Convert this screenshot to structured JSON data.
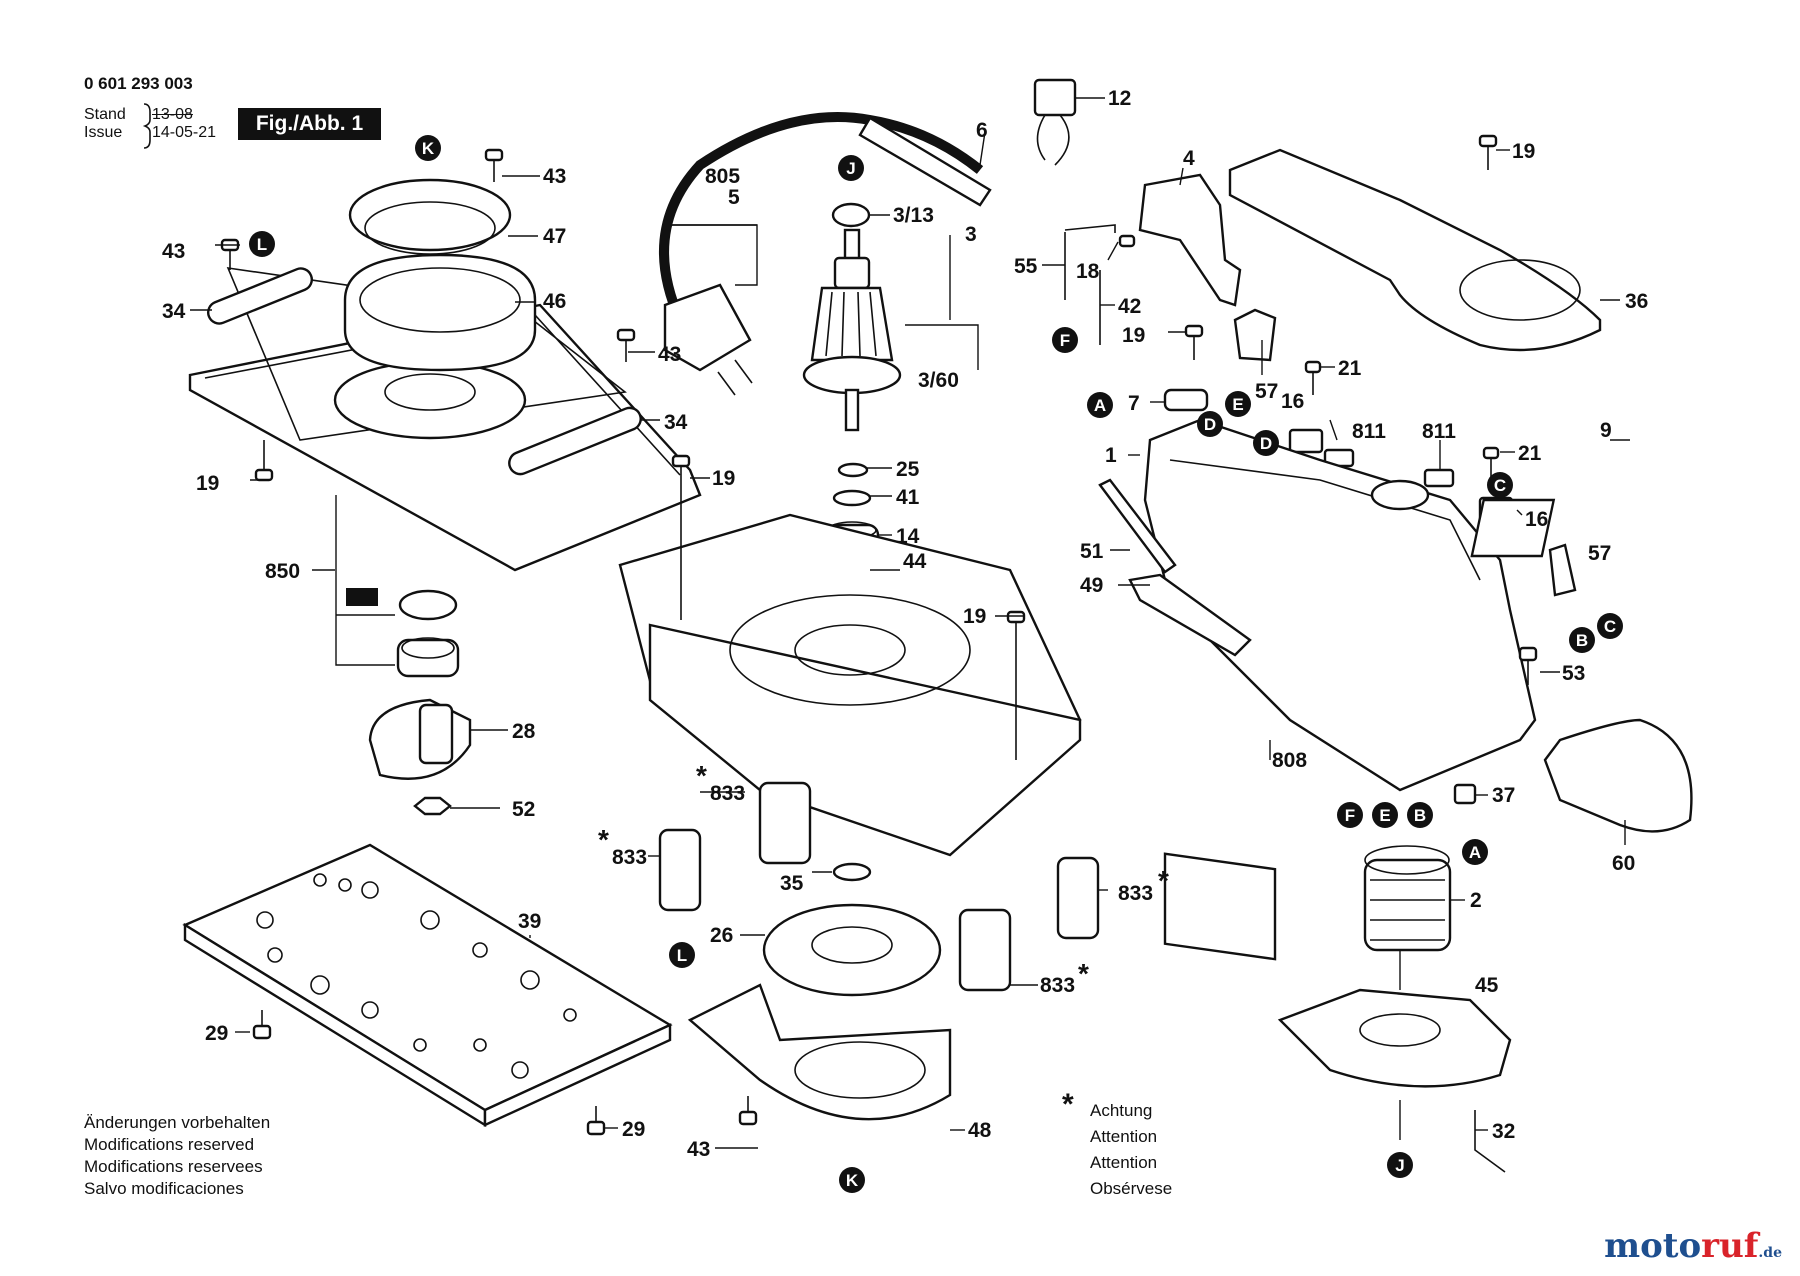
{
  "header": {
    "doc_number": "0 601 293 003",
    "stand_label": "Stand",
    "issue_label": "Issue",
    "old_date": "13-08",
    "new_date": "14-05-21",
    "figure_label": "Fig./Abb. 1"
  },
  "notes": {
    "modifications": [
      "Änderungen vorbehalten",
      "Modifications reserved",
      "Modifications reservees",
      "Salvo modificaciones"
    ],
    "attention_mark": "*",
    "attention": [
      "Achtung",
      "Attention",
      "Attention",
      "Obsérvese"
    ]
  },
  "brand": {
    "name_main": "moto",
    "name_accent": "ruf",
    "suffix": ".de"
  },
  "part_numbers": {
    "p43": "43",
    "p47": "47",
    "p46": "46",
    "p34": "34",
    "p19": "19",
    "p850": "850",
    "p28": "28",
    "p52": "52",
    "p39": "39",
    "p29": "29",
    "p805": "805",
    "p5": "5",
    "p6": "6",
    "p12": "12",
    "p3_13": "3/13",
    "p3": "3",
    "p3_60": "3/60",
    "p25": "25",
    "p41": "41",
    "p14": "14",
    "p44": "44",
    "p833": "833",
    "p35": "35",
    "p26": "26",
    "p48": "48",
    "p4": "4",
    "p55": "55",
    "p18": "18",
    "p42": "42",
    "p57": "57",
    "p7": "7",
    "p16": "16",
    "p21": "21",
    "p811": "811",
    "p1": "1",
    "p51": "51",
    "p49": "49",
    "p808": "808",
    "p53": "53",
    "p36": "36",
    "p9": "9",
    "p37": "37",
    "p60": "60",
    "p2": "2",
    "p45": "45",
    "p32": "32"
  },
  "connectors": {
    "A": "A",
    "B": "B",
    "C": "C",
    "D": "D",
    "E": "E",
    "F": "F",
    "J": "J",
    "K": "K",
    "L": "L"
  }
}
